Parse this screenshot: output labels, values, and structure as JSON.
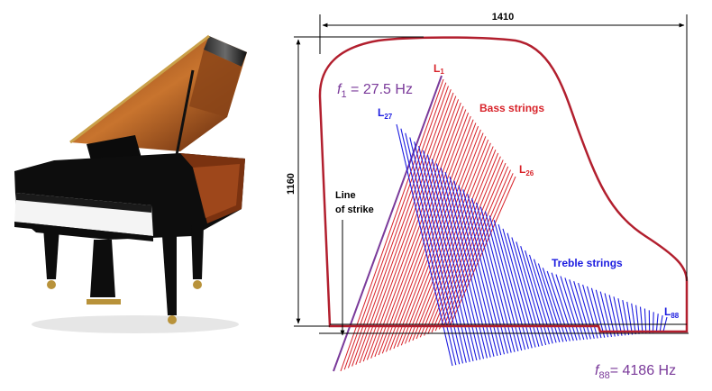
{
  "figure": {
    "width_label": "1410",
    "height_label": "1160",
    "f1": {
      "symbol": "f",
      "sub": "1",
      "rest": " = 27.5 Hz"
    },
    "f88": {
      "symbol": "f",
      "sub": "88",
      "rest": "= 4186 Hz"
    },
    "L1": {
      "base": "L",
      "sub": "1"
    },
    "L26": {
      "base": "L",
      "sub": "26"
    },
    "L27": {
      "base": "L",
      "sub": "27"
    },
    "L88": {
      "base": "L",
      "sub": "88"
    },
    "bass_label": "Bass strings",
    "treble_label": "Treble strings",
    "strike_label_line1": "Line",
    "strike_label_line2": "of strike"
  },
  "colors": {
    "outline": "#b21f2e",
    "bass": "#d8232a",
    "treble": "#1c1ce0",
    "purple": "#7a3a9a",
    "dim": "#000000"
  },
  "piano_photo": {
    "icon": "grand-piano-photo"
  }
}
